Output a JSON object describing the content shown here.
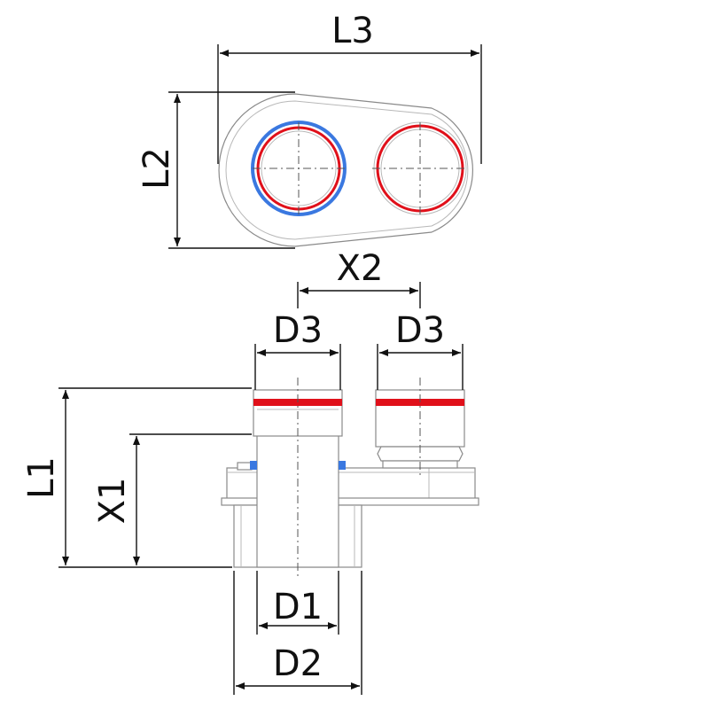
{
  "labels": {
    "l3": "L3",
    "l2": "L2",
    "x2": "X2",
    "d3_left": "D3",
    "d3_right": "D3",
    "l1": "L1",
    "x1": "X1",
    "d1": "D1",
    "d2": "D2"
  },
  "colors": {
    "red_seal": "#e0101a",
    "blue_seal": "#3a78e0",
    "line": "#111111",
    "body_outline": "#8a8a8a"
  }
}
